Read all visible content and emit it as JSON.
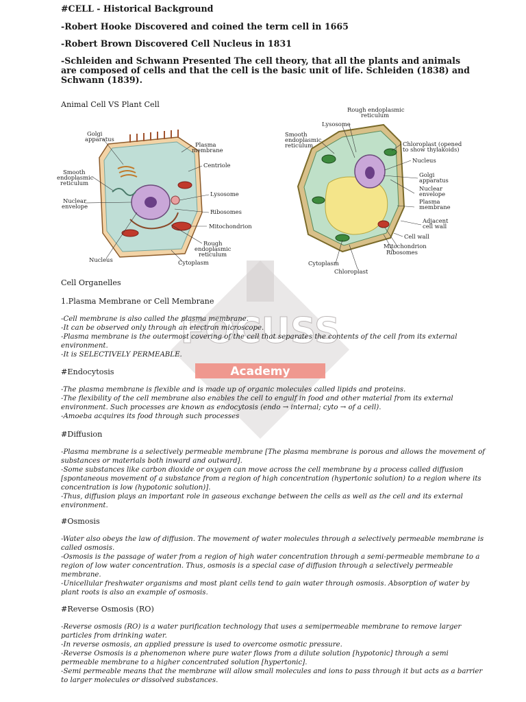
{
  "header": {
    "title": "#CELL - Historical Background",
    "hooke": "-Robert Hooke  Discovered and coined the term cell in 1665",
    "brown": "-Robert Brown  Discovered Cell Nucleus in 1831",
    "schleiden": "-Schleiden and Schwann  Presented The cell theory, that all the plants and animals are composed of cells and that the cell is the basic unit of life. Schleiden (1838) and Schwann (1839)."
  },
  "diagram": {
    "title": "Animal Cell VS Plant Cell",
    "animal_labels": {
      "golgi1": "Golgi",
      "golgi2": "apparatus",
      "plasma1": "Plasma",
      "plasma2": "membrane",
      "smooth1": "Smooth",
      "smooth2": "endoplasmic",
      "smooth3": "reticulum",
      "centriole": "Centriole",
      "nuclear1": "Nuclear",
      "nuclear2": "envelope",
      "lysosome": "Lysosome",
      "ribosomes": "Ribosomes",
      "mito": "Mitochondrion",
      "rough1": "Rough",
      "rough2": "endoplasmic",
      "rough3": "reticulum",
      "nucleus": "Nucleus",
      "cytoplasm": "Cytoplasm"
    },
    "plant_labels": {
      "rough1": "Rough endoplasmic",
      "rough2": "reticulum",
      "lysosome": "Lysosome",
      "smooth1": "Smooth",
      "smooth2": "endoplasmic",
      "smooth3": "reticulum",
      "chloro1": "Chloroplast (opened",
      "chloro2": "to show thylakoids)",
      "nucleus": "Nucleus",
      "golgi1": "Golgi",
      "golgi2": "apparatus",
      "nuclear1": "Nuclear",
      "nuclear2": "envelope",
      "plasma1": "Plasma",
      "plasma2": "membrane",
      "adjacent1": "Adjacent",
      "adjacent2": "cell wall",
      "cellwall": "Cell wall",
      "mito": "Mitochondrion",
      "ribosomes": "Ribosomes",
      "cytoplasm": "Cytoplasm",
      "chloroplast": "Chloroplast"
    }
  },
  "watermark": {
    "brand": "FOCUSS",
    "sub": "Academy"
  },
  "organelles": {
    "heading": "Cell Organelles",
    "plasma_heading": "1.Plasma Membrane or Cell Membrane",
    "plasma_lines": [
      "-Cell membrane is also called the plasma membrane.",
      "-It can be observed only through an electron microscope.",
      "-Plasma membrane is the outermost covering of the cell that separates the contents of the cell from its external environment.",
      "-It is SELECTIVELY PERMEABLE."
    ],
    "endo_heading": "#Endocytosis",
    "endo_lines": [
      "-The plasma membrane is flexible and is made up of organic molecules called lipids and proteins.",
      "-The flexibility of the cell membrane also enables the cell to engulf in food and other material from its external environment. Such processes are known as endocytosis (endo → internal; cyto → of a cell).",
      " -Amoeba acquires its food through such processes"
    ],
    "diff_heading": "#Diffusion",
    "diff_lines": [
      "-Plasma membrane is a selectively permeable membrane [The plasma membrane is porous and allows the movement of substances or materials both inward and outward].",
      "-Some substances like carbon dioxide or oxygen can move across the cell membrane by a process called diffusion [spontaneous movement of a substance from a region of high concentration (hypertonic solution) to a region where its concentration is low (hypotonic solution)].",
      "-Thus, diffusion plays an important role in gaseous exchange between the cells as well as the cell and its external environment."
    ],
    "osmo_heading": "#Osmosis",
    "osmo_lines": [
      "-Water also obeys the law of diffusion. The movement of water molecules through a selectively permeable membrane is called osmosis.",
      "-Osmosis is the passage of water from a region of high water concentration through a semi-permeable membrane to a region of low water concentration. Thus, osmosis is a special case of diffusion through a selectively permeable membrane.",
      "-Unicellular freshwater organisms and most plant cells tend to gain water through osmosis. Absorption of water by plant roots is also an example of osmosis."
    ],
    "ro_heading": "#Reverse Osmosis (RO)",
    "ro_lines": [
      "-Reverse osmosis (RO) is a water purification technology that uses a semipermeable membrane to remove larger particles from drinking water.",
      "-In reverse osmosis, an applied pressure is used to overcome osmotic pressure.",
      "-Reverse Osmosis is a phenomenon where pure water flows from a dilute solution [hypotonic] through a semi permeable membrane to a higher concentrated solution [hypertonic].",
      "-Semi permeable means that the membrane will allow small molecules and ions to pass through it but acts as a barrier to larger molecules or dissolved substances."
    ]
  }
}
